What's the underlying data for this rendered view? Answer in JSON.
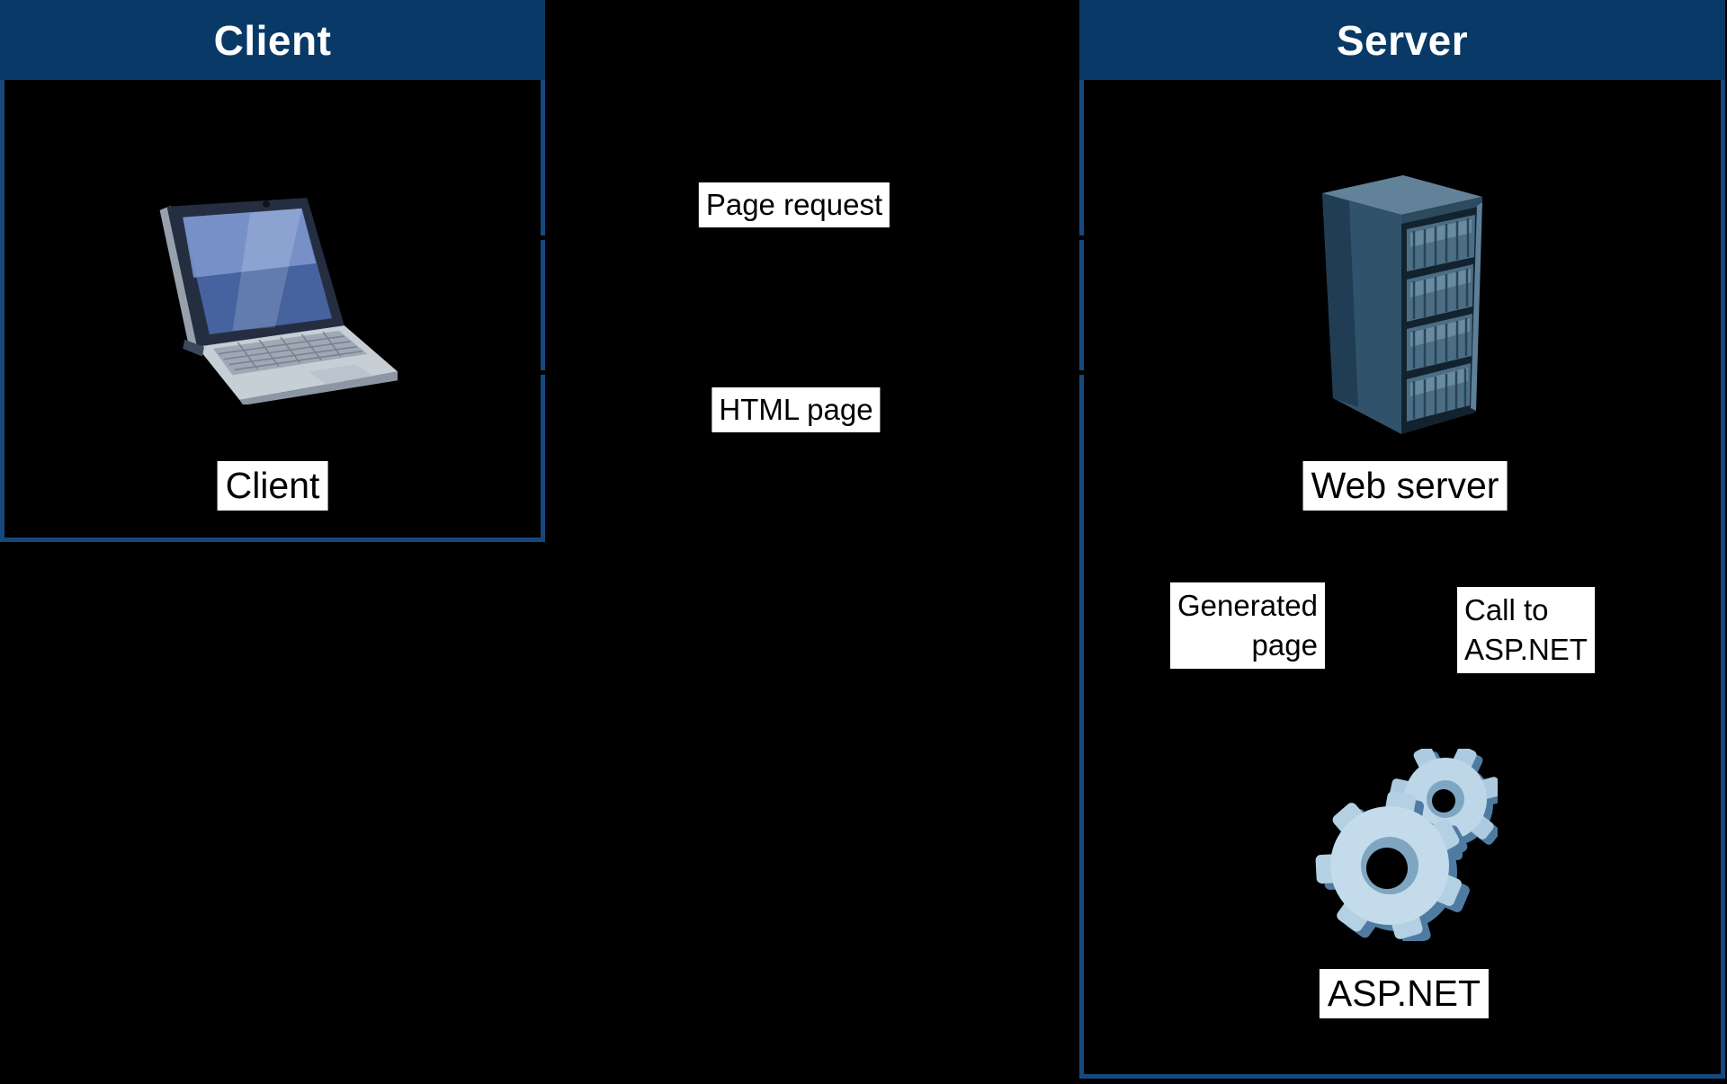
{
  "diagram": {
    "background_color": "#000000",
    "colors": {
      "header_fill": "#093A67",
      "border": "#15497D",
      "label_bg": "#FFFFFF",
      "label_text": "#000000",
      "title_text": "#FFFFFF"
    },
    "client_panel": {
      "title": "Client",
      "caption": "Client",
      "icon": "laptop-icon"
    },
    "server_panel": {
      "title": "Server",
      "web_server_caption": "Web server",
      "aspnet_caption": "ASP.NET",
      "generated_page_label": {
        "line1": "Generated",
        "line2": "page"
      },
      "call_to_aspnet_label": {
        "line1": "Call to",
        "line2": "ASP.NET"
      },
      "icons": [
        "server-rack-icon",
        "gears-icon"
      ]
    },
    "messages": {
      "page_request": "Page request",
      "html_page": "HTML page"
    }
  }
}
